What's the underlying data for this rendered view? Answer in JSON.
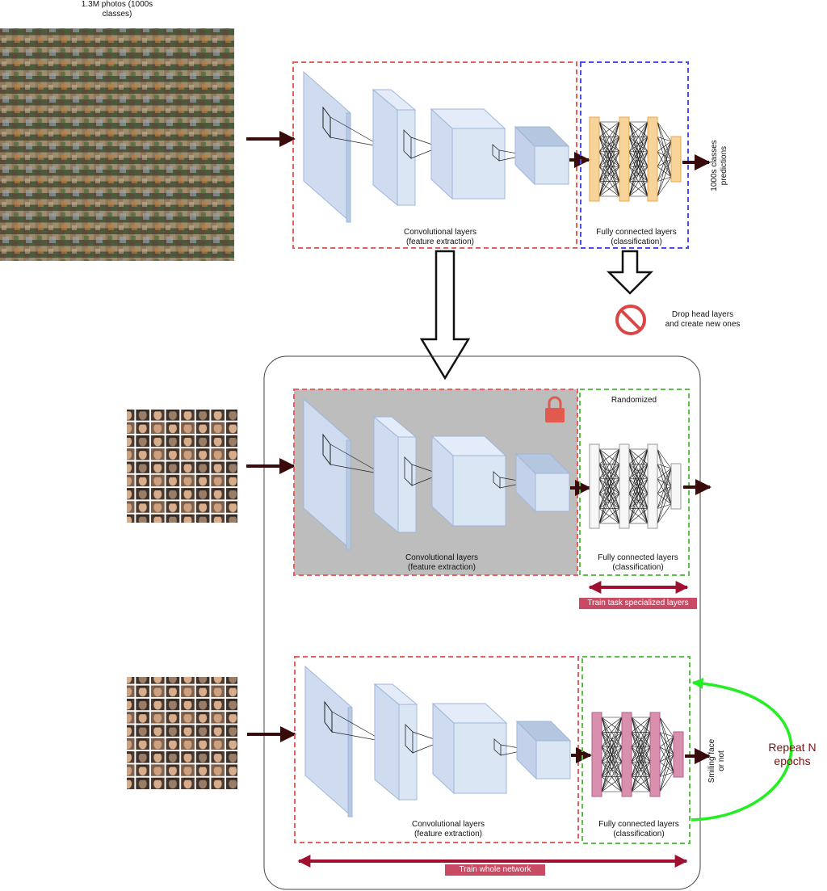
{
  "colors": {
    "arrow_dark": "#3a0b0b",
    "conv_border": "#e8605b",
    "fc_border_blue": "#4a4af0",
    "fc_border_green": "#5bbf4a",
    "conv_fill": "#dbe6f5",
    "conv_stroke": "#9fb6d8",
    "fc_orange": "#f8d39a",
    "fc_orange_stroke": "#e8a84a",
    "fc_white": "#f7f7f7",
    "fc_pink": "#d98fae",
    "frozen_gray": "#bdbdbd",
    "lock_red": "#e05a4e",
    "train_bar": "#a01030",
    "train_tag": "#c94a63",
    "repeat_green": "#22ee22",
    "repeat_text": "#7a1010",
    "no_sign": "#dd4444"
  },
  "top_section": {
    "dataset_label": "1.3M photos (1000s\nclasses)",
    "conv_label": "Convolutional layers\n(feature extraction)",
    "fc_label": "Fully connected layers\n(classification)",
    "output_label": "1000s classes\npredictions",
    "drop_label": "Drop head layers\nand create new ones"
  },
  "middle_section": {
    "randomized_label": "Randomized",
    "conv_label": "Convolutional layers\n(feature extraction)",
    "fc_label": "Fully connected layers\n(classification)",
    "train_label": "Train task specialized layers"
  },
  "bottom_section": {
    "conv_label": "Convolutional layers\n(feature extraction)",
    "fc_label": "Fully connected layers\n(classification)",
    "output_label": "Smiling face\nor not",
    "train_label": "Train whole network",
    "repeat_label": "Repeat N\nepochs"
  },
  "icons": [
    "photo-mosaic-icon",
    "face-grid-icon",
    "lock-icon",
    "no-entry-icon"
  ]
}
